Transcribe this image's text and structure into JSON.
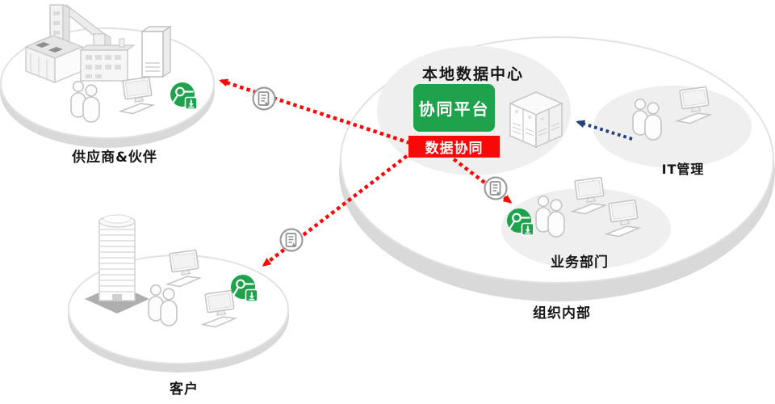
{
  "title": "本地数据中心",
  "center": {
    "platform_label": "协同平台",
    "datasync_label": "数据协同"
  },
  "groups": {
    "supplier": {
      "label": "供应商&伙伴"
    },
    "customer": {
      "label": "客户"
    },
    "it": {
      "label": "IT管理"
    },
    "business": {
      "label": "业务部门"
    },
    "organization": {
      "label": "组织内部"
    }
  },
  "colors": {
    "green": "#1ea24c",
    "red": "#f90808",
    "blue": "#23407e",
    "dish_shadow": "#d9d9d9",
    "dish_border": "#e2e2e2",
    "bubble_gray": "#efefef"
  },
  "icons": {
    "factory": "factory-icon",
    "office_tower": "office-tower-icon",
    "server_tower": "server-tower-icon",
    "server_rack": "server-rack-icon",
    "computer": "desktop-computer-icon",
    "people": "people-icon",
    "doc_sync": "document-sync-icon",
    "secure_platform": "secure-platform-icon"
  }
}
